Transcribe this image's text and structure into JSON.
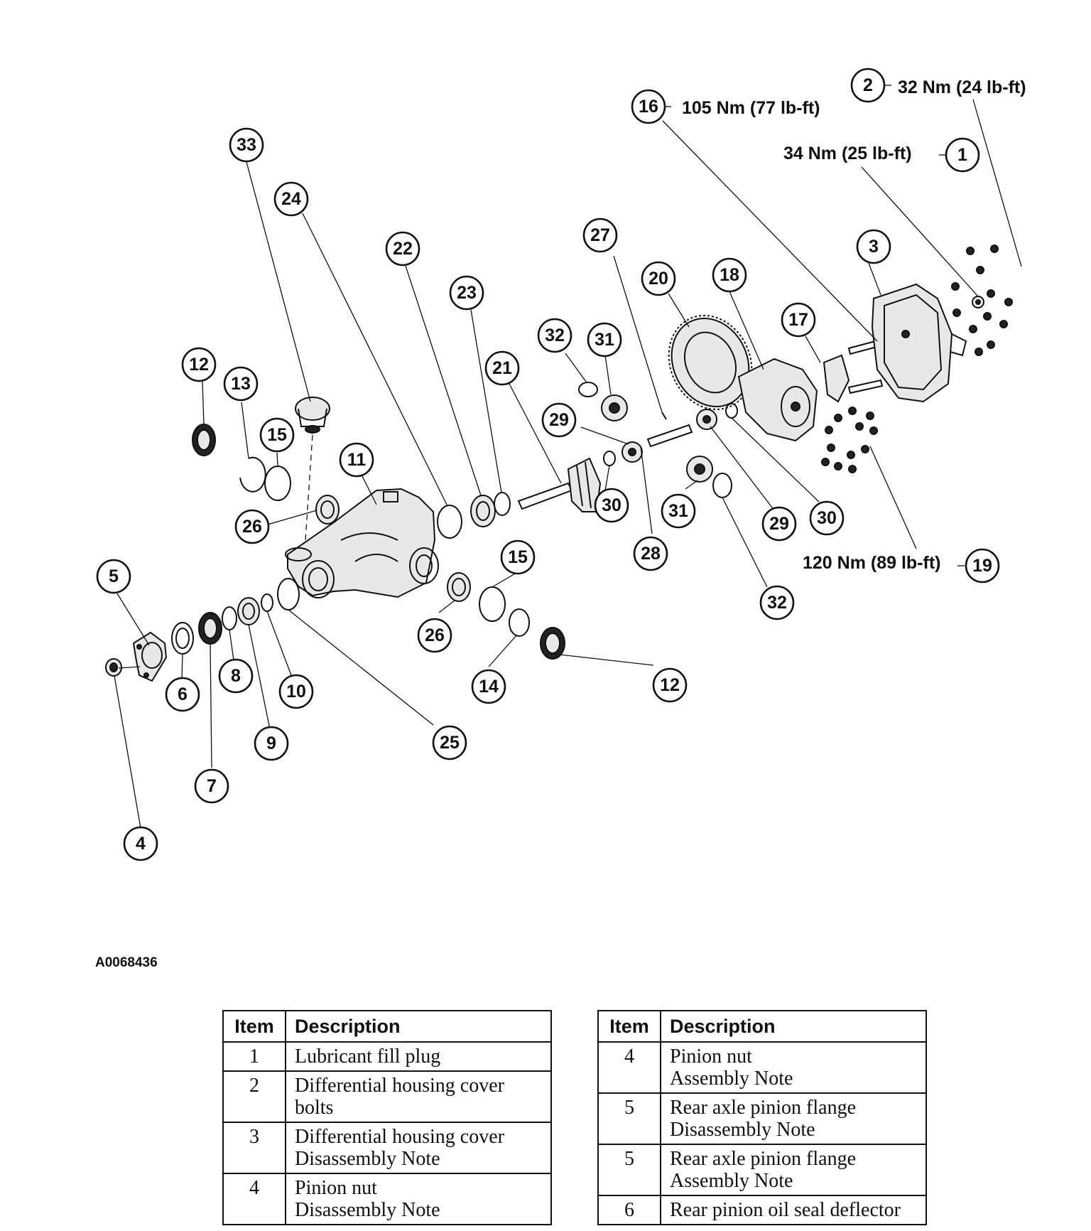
{
  "diagram": {
    "callouts": [
      "1",
      "2",
      "3",
      "4",
      "5",
      "6",
      "7",
      "8",
      "9",
      "10",
      "11",
      "12",
      "12",
      "13",
      "14",
      "15",
      "15",
      "16",
      "17",
      "18",
      "19",
      "20",
      "21",
      "22",
      "23",
      "24",
      "25",
      "26",
      "26",
      "27",
      "28",
      "29",
      "29",
      "30",
      "30",
      "31",
      "31",
      "32",
      "32",
      "33"
    ],
    "torque_specs": {
      "item_1": "34 Nm (25 lb-ft)",
      "item_2": "32 Nm (24 lb-ft)",
      "item_16": "105 Nm (77 lb-ft)",
      "item_19": "120 Nm (89 lb-ft)"
    },
    "figure_id": "A0068436"
  },
  "table_left": {
    "headers": {
      "item": "Item",
      "description": "Description"
    },
    "rows": [
      {
        "item": "1",
        "lines": [
          "Lubricant fill plug"
        ]
      },
      {
        "item": "2",
        "lines": [
          "Differential housing cover",
          "bolts"
        ]
      },
      {
        "item": "3",
        "lines": [
          "Differential housing cover",
          "Disassembly Note"
        ]
      },
      {
        "item": "4",
        "lines": [
          "Pinion nut",
          "Disassembly Note"
        ]
      }
    ]
  },
  "table_right": {
    "headers": {
      "item": "Item",
      "description": "Description"
    },
    "rows": [
      {
        "item": "4",
        "lines": [
          "Pinion nut",
          "Assembly Note"
        ]
      },
      {
        "item": "5",
        "lines": [
          "Rear axle pinion flange",
          "Disassembly Note"
        ]
      },
      {
        "item": "5",
        "lines": [
          "Rear axle pinion flange",
          "Assembly Note"
        ]
      },
      {
        "item": "6",
        "lines": [
          "Rear pinion oil seal deflector"
        ]
      }
    ]
  }
}
